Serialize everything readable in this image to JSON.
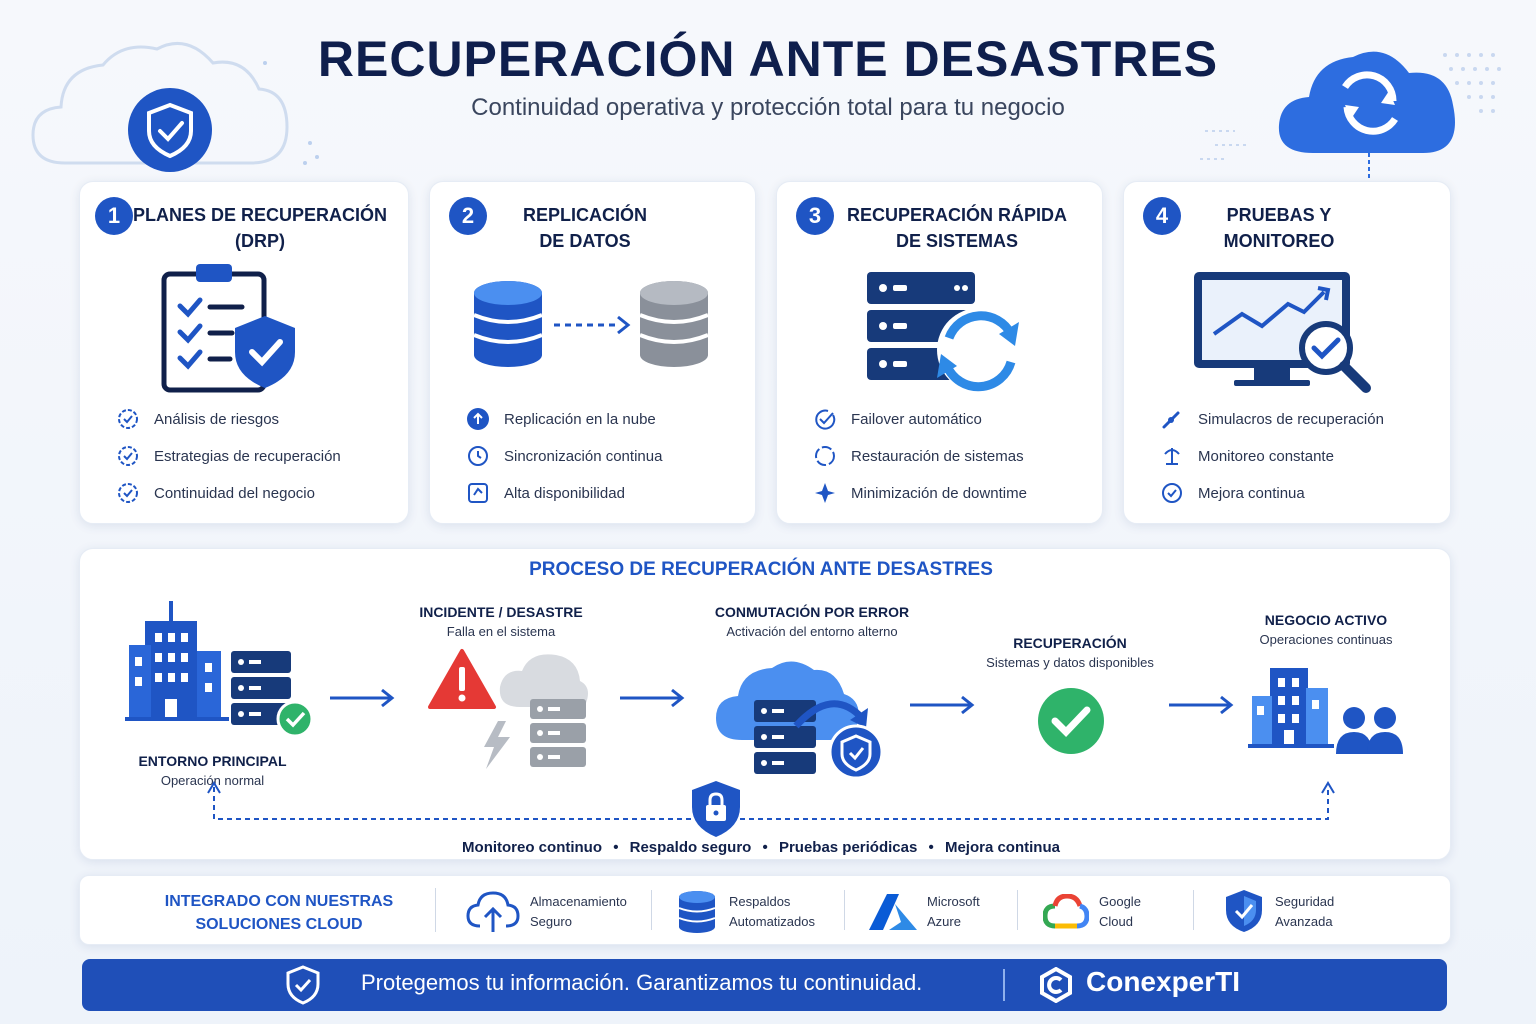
{
  "header": {
    "title": "RECUPERACIÓN ANTE DESASTRES",
    "subtitle": "Continuidad operativa y protección total para tu negocio"
  },
  "cards": [
    {
      "num": "1",
      "title_l1": "PLANES DE RECUPERACIÓN",
      "title_l2": "(DRP)",
      "features": [
        "Análisis de riesgos",
        "Estrategias de recuperación",
        "Continuidad del negocio"
      ]
    },
    {
      "num": "2",
      "title_l1": "REPLICACIÓN",
      "title_l2": "DE DATOS",
      "features": [
        "Replicación en la nube",
        "Sincronización continua",
        "Alta disponibilidad"
      ]
    },
    {
      "num": "3",
      "title_l1": "RECUPERACIÓN RÁPIDA",
      "title_l2": "DE SISTEMAS",
      "features": [
        "Failover automático",
        "Restauración de sistemas",
        "Minimización de downtime"
      ]
    },
    {
      "num": "4",
      "title_l1": "PRUEBAS Y",
      "title_l2": "MONITOREO",
      "features": [
        "Simulacros de recuperación",
        "Monitoreo constante",
        "Mejora continua"
      ]
    }
  ],
  "process": {
    "title": "PROCESO DE RECUPERACIÓN ANTE DESASTRES",
    "steps": [
      {
        "title": "ENTORNO PRINCIPAL",
        "sub": "Operación normal"
      },
      {
        "title": "INCIDENTE / DESASTRE",
        "sub": "Falla en el sistema"
      },
      {
        "title": "CONMUTACIÓN POR ERROR",
        "sub": "Activación del entorno alterno"
      },
      {
        "title": "RECUPERACIÓN",
        "sub": "Sistemas y datos disponibles"
      },
      {
        "title": "NEGOCIO ACTIVO",
        "sub": "Operaciones continuas"
      }
    ],
    "loop": [
      "Monitoreo continuo",
      "Respaldo seguro",
      "Pruebas periódicas",
      "Mejora continua"
    ],
    "bullet": "•"
  },
  "integration": {
    "title_l1": "INTEGRADO CON NUESTRAS",
    "title_l2": "SOLUCIONES CLOUD",
    "items": [
      {
        "l1": "Almacenamiento",
        "l2": "Seguro",
        "icon": "cloud-upload-icon"
      },
      {
        "l1": "Respaldos",
        "l2": "Automatizados",
        "icon": "database-icon"
      },
      {
        "l1": "Microsoft",
        "l2": "Azure",
        "icon": "azure-logo-icon"
      },
      {
        "l1": "Google",
        "l2": "Cloud",
        "icon": "google-cloud-logo-icon"
      },
      {
        "l1": "Seguridad",
        "l2": "Avanzada",
        "icon": "shield-check-icon"
      }
    ]
  },
  "footer": {
    "tagline": "Protegemos tu información. Garantizamos tu continuidad.",
    "brand": "ConexperTI"
  },
  "colors": {
    "primary": "#1f55c4",
    "dark": "#0f1f4d",
    "alert": "#e53935",
    "success": "#2fb36a",
    "footer": "#1f4fb8"
  }
}
